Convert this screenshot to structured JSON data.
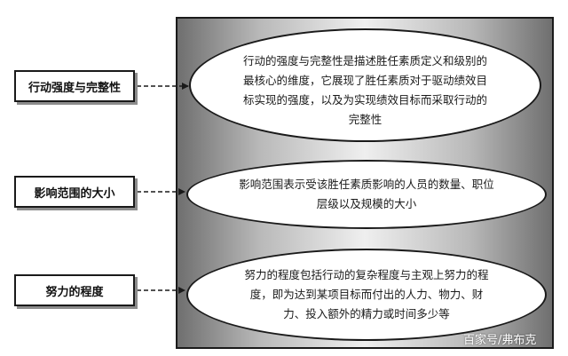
{
  "diagram": {
    "labels": [
      "行动强度与完整性",
      "影响范围的大小",
      "努力的程度"
    ],
    "descriptions": [
      "行动的强度与完整性是描述胜任素质定义和级别的最核心的维度，它展现了胜任素质对于驱动绩效目标实现的强度，以及为实现绩效目标而采取行动的完整性",
      "影响范围表示受该胜任素质影响的人员的数量、职位层级以及规模的大小",
      "努力的程度包括行动的复杂程度与主观上努力的程度，即为达到某项目标而付出的人力、物力、财力、投入额外的精力或时间多少等"
    ]
  },
  "watermark": "百家号/弗布克",
  "colors": {
    "border": "#1a1a1a",
    "panel_edge": "#6f6f6f",
    "panel_center": "#efefef"
  }
}
